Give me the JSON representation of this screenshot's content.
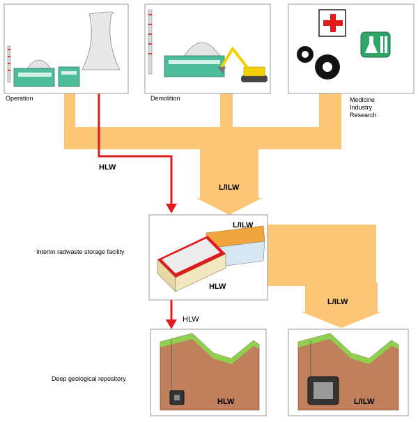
{
  "sources": {
    "operation": "Operation",
    "demolition": "Demolition",
    "medicine": "Medicine",
    "industry": "Industry",
    "research": "Research"
  },
  "flows": {
    "hlw_top": "HLW",
    "lilw_main": "L/ILW",
    "lilw_on_building": "L/ILW",
    "hlw_on_building": "HLW",
    "hlw_down": "HLW",
    "lilw_right": "L/ILW",
    "hlw_repo": "HLW",
    "lilw_repo": "L/ILW"
  },
  "facilities": {
    "interim": "Interim radwaste storage facility",
    "deep": "Deep geological repository"
  },
  "colors": {
    "lilw_flow": "#fbc777",
    "hlw_flow": "#e11b1b",
    "panel_border": "#999999",
    "ground": "#c0805b",
    "grass": "#8fd14f"
  }
}
